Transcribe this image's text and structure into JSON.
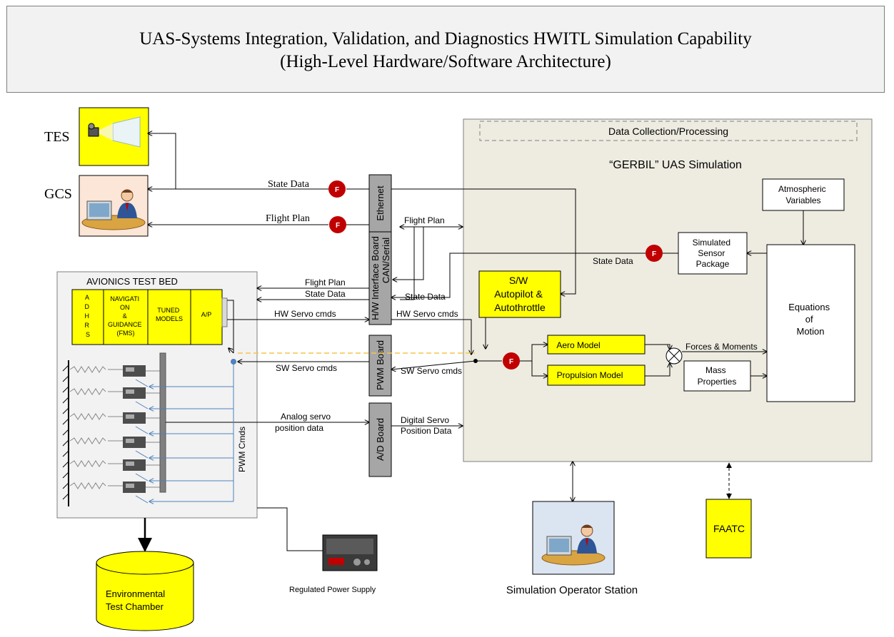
{
  "title": {
    "line1": "UAS-Systems Integration, Validation, and Diagnostics HWITL Simulation Capability",
    "line2": "(High-Level Hardware/Software Architecture)"
  },
  "left": {
    "tes": "TES",
    "gcs": "GCS",
    "avionics_title": "AVIONICS TEST BED",
    "modules": {
      "adhrs": [
        "A",
        "D",
        "H",
        "R",
        "S"
      ],
      "nav": [
        "NAVIGATI",
        "ON",
        "&",
        "GUIDANCE",
        "(FMS)"
      ],
      "tuned": [
        "TUNED",
        "MODELS"
      ],
      "ap": "A/P"
    },
    "pwm_cmds": "PWM Cmds",
    "env_chamber": [
      "Environmental",
      "Test Chamber"
    ],
    "power_supply": "Regulated Power Supply"
  },
  "bus": {
    "ethernet": "Ethernet",
    "hw_interface": "H/W Interface Board",
    "can_serial": "CAN/Serial",
    "pwm_board": "PWM Board",
    "ad_board": "A/D Board"
  },
  "labels": {
    "state_data_top": "State Data",
    "flight_plan_top": "Flight Plan",
    "flight_plan_right": "Flight Plan",
    "flight_plan_left": "Flight Plan",
    "state_data_left": "State Data",
    "state_data_mid": "State Data",
    "state_data_sensor": "State Data",
    "hw_servo_left": "HW Servo cmds",
    "hw_servo_right": "HW Servo cmds",
    "sw_servo_left": "SW Servo cmds",
    "sw_servo_right": "SW Servo cmds",
    "analog_servo": [
      "Analog servo",
      "position data"
    ],
    "digital_servo": [
      "Digital Servo",
      "Position Data"
    ],
    "filter": "F"
  },
  "sim": {
    "data_collection": "Data Collection/Processing",
    "title": "“GERBIL” UAS Simulation",
    "atmospheric": [
      "Atmospheric",
      "Variables"
    ],
    "sensor": [
      "Simulated",
      "Sensor",
      "Package"
    ],
    "autopilot": [
      "S/W",
      "Autopilot &",
      "Autothrottle"
    ],
    "eom": [
      "Equations",
      "of",
      "Motion"
    ],
    "aero": "Aero Model",
    "propulsion": "Propulsion Model",
    "forces": "Forces & Moments",
    "mass": [
      "Mass",
      "Properties"
    ]
  },
  "bottom": {
    "operator_station": "Simulation Operator Station",
    "faatc": "FAATC"
  },
  "colors": {
    "yellow": "#ffff00",
    "filter_red": "#c00000",
    "sim_bg": "#eeece1",
    "gray_bar": "#a6a6a6",
    "blue_line": "#4f81bd",
    "dashed_orange": "#f7c34a"
  }
}
